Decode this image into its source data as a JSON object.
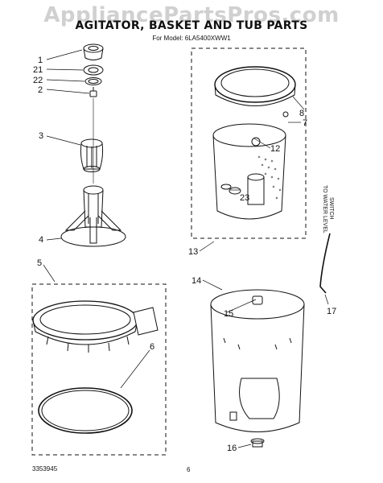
{
  "watermark": "AppliancePartsPros.com",
  "title": "AGITATOR, BASKET AND TUB PARTS",
  "subtitle": "For Model: 6LA5400XWW1",
  "callouts": {
    "c1": "1",
    "c21": "21",
    "c22": "22",
    "c2": "2",
    "c3": "3",
    "c4": "4",
    "c5": "5",
    "c6": "6",
    "c8": "8",
    "c7": "7",
    "c12": "12",
    "c23": "23",
    "c13": "13",
    "c14": "14",
    "c15": "15",
    "c16": "16",
    "c17": "17"
  },
  "side_note_line1": "TO WATER LEVEL",
  "side_note_line2": "SWITCH",
  "part_code": "3353945",
  "page_number": "6"
}
